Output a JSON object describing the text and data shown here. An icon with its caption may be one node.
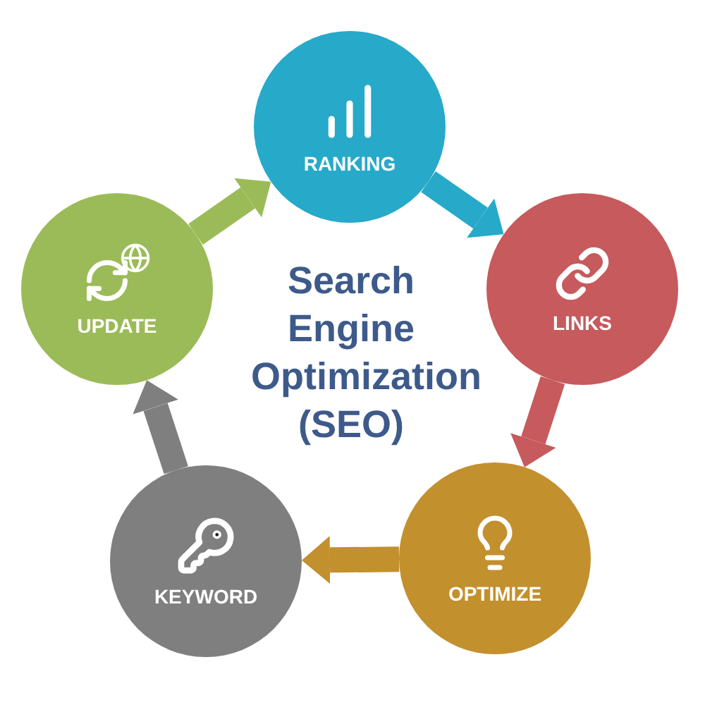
{
  "diagram": {
    "title": "Search Engine Optimization (SEO)",
    "nodes": [
      {
        "text": [
          "RANKING"
        ]
      },
      {
        "text": [
          "LINKS"
        ]
      },
      {
        "text": [
          "OPTIMIZE"
        ]
      },
      {
        "text": [
          "KEYWORD"
        ]
      },
      {
        "text": [
          "UPDATE"
        ]
      }
    ],
    "edges": [
      {
        "from": 0,
        "to": 1,
        "arrow": "to",
        "color": "#27a9c9"
      },
      {
        "from": 1,
        "to": 2,
        "arrow": "to",
        "color": "#c65a5c"
      },
      {
        "from": 2,
        "to": 3,
        "arrow": "to",
        "color": "#c3902e"
      },
      {
        "from": 3,
        "to": 4,
        "arrow": "to",
        "color": "#7f7f80"
      },
      {
        "from": 4,
        "to": 0,
        "arrow": "to",
        "color": "#9bbb58"
      }
    ]
  }
}
